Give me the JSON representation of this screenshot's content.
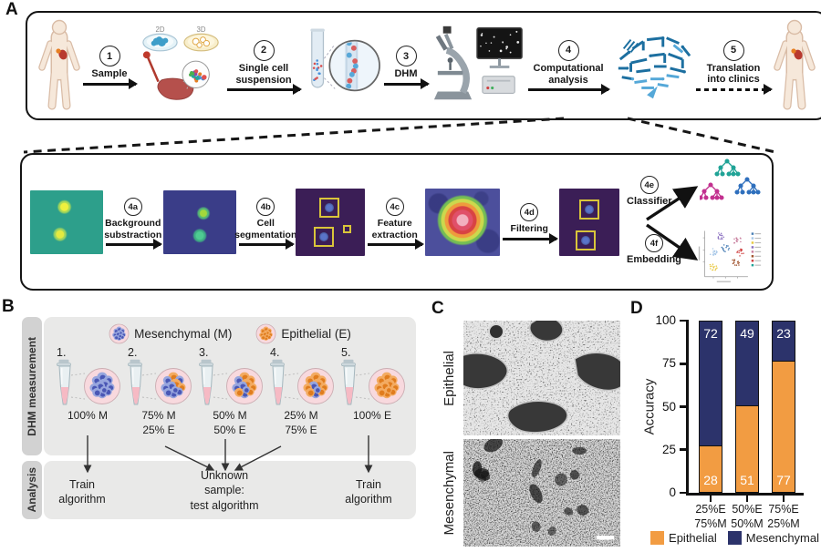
{
  "panels": {
    "a": "A",
    "b": "B",
    "c": "C",
    "d": "D"
  },
  "colors": {
    "epithelial": "#F29C42",
    "mesenchymal": "#2C336B",
    "m_cell_body": "#98A6DE",
    "m_cell_nucleus": "#4A57B5",
    "e_cell_body": "#F3AB62",
    "e_cell_nucleus": "#E07C1E"
  },
  "panelA": {
    "steps": [
      {
        "num": "1",
        "label": "Sample"
      },
      {
        "num": "2",
        "label": "Single cell\nsuspension"
      },
      {
        "num": "3",
        "label": "DHM"
      },
      {
        "num": "4",
        "label": "Computational\nanalysis"
      },
      {
        "num": "5",
        "label": "Translation\ninto clinics"
      }
    ],
    "dish_2d": "2D",
    "dish_3d": "3D",
    "pipeline": [
      {
        "num": "4a",
        "label": "Background\nsubstraction"
      },
      {
        "num": "4b",
        "label": "Cell\nsegmentation"
      },
      {
        "num": "4c",
        "label": "Feature\nextraction"
      },
      {
        "num": "4d",
        "label": "Filtering"
      }
    ],
    "outputs": [
      {
        "num": "4e",
        "label": "Classifier"
      },
      {
        "num": "4f",
        "label": "Embedding"
      }
    ]
  },
  "panelB": {
    "row1_label": "DHM measurement",
    "row2_label": "Analysis",
    "legend": [
      {
        "label": "Mesenchymal (M)",
        "pct_e": 0
      },
      {
        "label": "Epithelial (E)",
        "pct_e": 100
      }
    ],
    "samples": [
      {
        "num": "1.",
        "pct_e": 0,
        "label": "100% M"
      },
      {
        "num": "2.",
        "pct_e": 25,
        "label": "75% M\n25% E"
      },
      {
        "num": "3.",
        "pct_e": 50,
        "label": "50% M\n50% E"
      },
      {
        "num": "4.",
        "pct_e": 75,
        "label": "25% M\n75% E"
      },
      {
        "num": "5.",
        "pct_e": 100,
        "label": "100% E"
      }
    ],
    "analysis": [
      {
        "label": "Train\nalgorithm"
      },
      {
        "label": "Unknown\nsample:\ntest algorithm"
      },
      {
        "label": "Train\nalgorithm"
      }
    ]
  },
  "panelC": {
    "top_label": "Epithelial",
    "bottom_label": "Mesenchymal"
  },
  "chart_data": {
    "type": "bar",
    "stacked": true,
    "categories_line1": [
      "25%E",
      "50%E",
      "75%E"
    ],
    "categories_line2": [
      "75%M",
      "50%M",
      "25%M"
    ],
    "series": [
      {
        "name": "Epithelial",
        "color": "#F29C42",
        "values": [
          28,
          51,
          77
        ]
      },
      {
        "name": "Mesenchymal",
        "color": "#2C336B",
        "values": [
          72,
          49,
          23
        ]
      }
    ],
    "ylabel": "Accuracy",
    "ylim": [
      0,
      100
    ],
    "yticks": [
      0,
      25,
      50,
      75,
      100
    ],
    "legend_position": "bottom",
    "value_label_color": "#ffffff"
  }
}
